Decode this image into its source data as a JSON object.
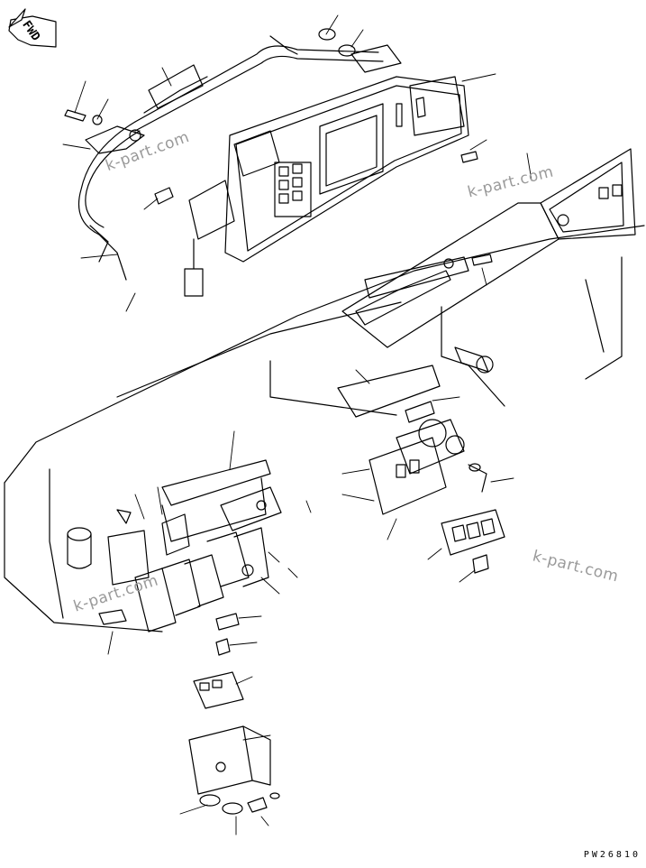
{
  "diagram": {
    "direction_label": "FWD",
    "watermark_text": "k-part.com",
    "part_number": "PW26810",
    "line_color": "#000000",
    "watermark_color": "#9a9a9a"
  }
}
